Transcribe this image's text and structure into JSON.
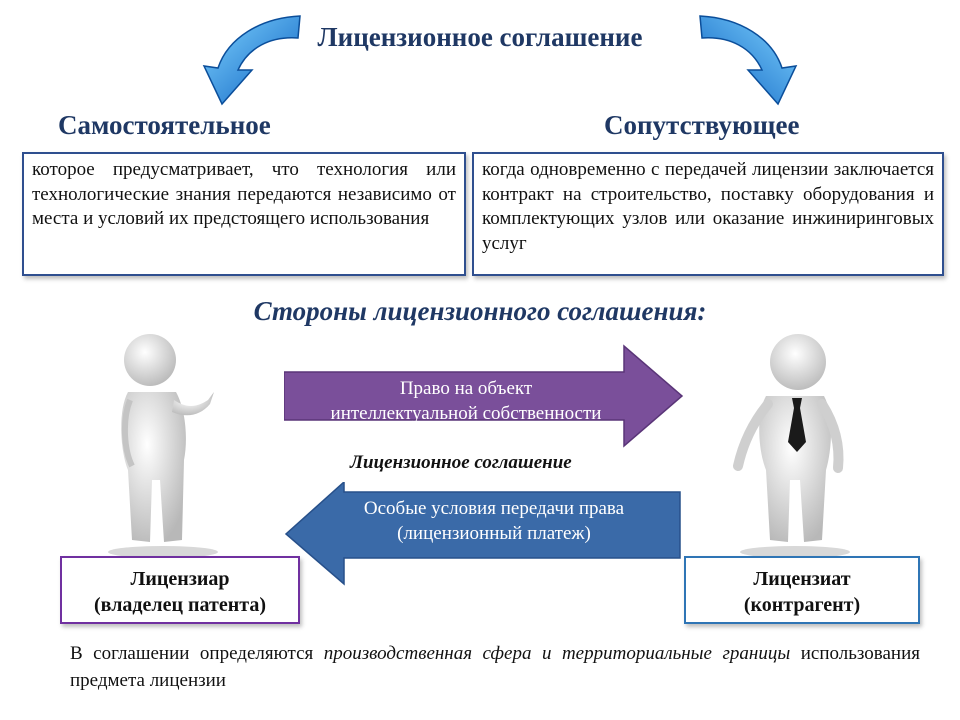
{
  "title": "Лицензионное соглашение",
  "left_type": {
    "label": "Самостоятельное",
    "description": "которое предусматривает, что технология или технологические знания передаются независимо от места и условий их предстоящего использования"
  },
  "right_type": {
    "label": "Сопутствующее",
    "description": "когда одновременно с передачей лицензии заключается контракт на строительство, поставку оборудования и комплектующих узлов или оказание инжиниринговых услуг"
  },
  "parties_heading": "Стороны лицензионного соглашения:",
  "arrow_right": {
    "line1": "Право на объект",
    "line2": "интеллектуальной собственности"
  },
  "agreement_label": "Лицензионное соглашение",
  "arrow_left": {
    "line1": "Особые условия передачи права",
    "line2": "(лицензионный платеж)"
  },
  "licensor": {
    "line1": "Лицензиар",
    "line2": "(владелец патента)"
  },
  "licensee": {
    "line1": "Лицензиат",
    "line2": "(контрагент)"
  },
  "footer": {
    "part1": "В соглашении определяются",
    "part2_italic": "производственная сфера и территориальные границы",
    "part3": "использования предмета лицензии"
  },
  "colors": {
    "heading": "#1f3864",
    "arrow_purple": "#7a4f9a",
    "arrow_blue": "#3a6aa8",
    "curve_arrow": "#1f8fe0"
  }
}
